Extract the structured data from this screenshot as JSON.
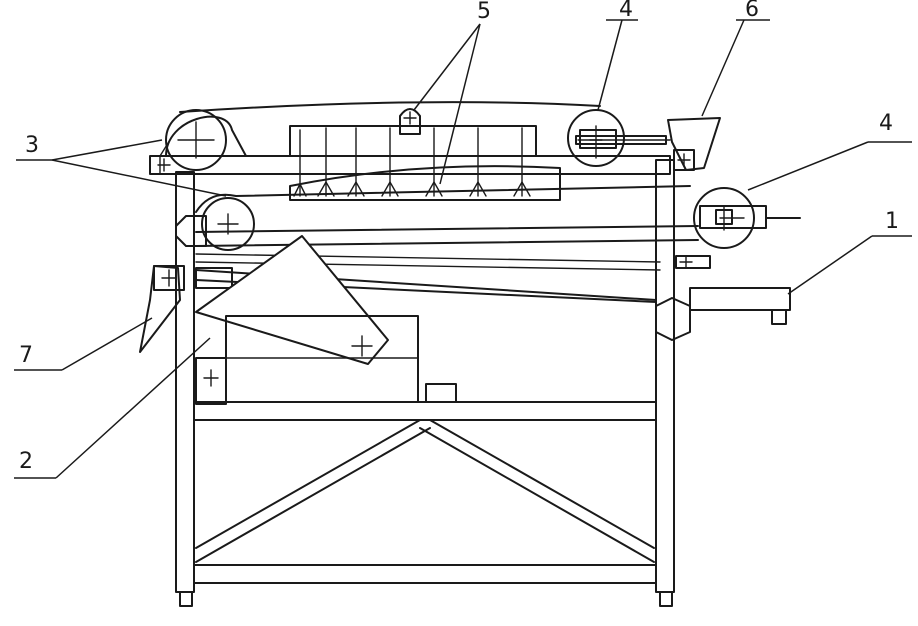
{
  "callouts": [
    {
      "id": "1",
      "label": "1"
    },
    {
      "id": "2",
      "label": "2"
    },
    {
      "id": "3",
      "label": "3"
    },
    {
      "id": "4a",
      "label": "4"
    },
    {
      "id": "4b",
      "label": "4"
    },
    {
      "id": "5",
      "label": "5"
    },
    {
      "id": "6",
      "label": "6"
    },
    {
      "id": "7",
      "label": "7"
    }
  ],
  "colors": {
    "ink": "#1a1a1a",
    "paper": "#ffffff"
  }
}
